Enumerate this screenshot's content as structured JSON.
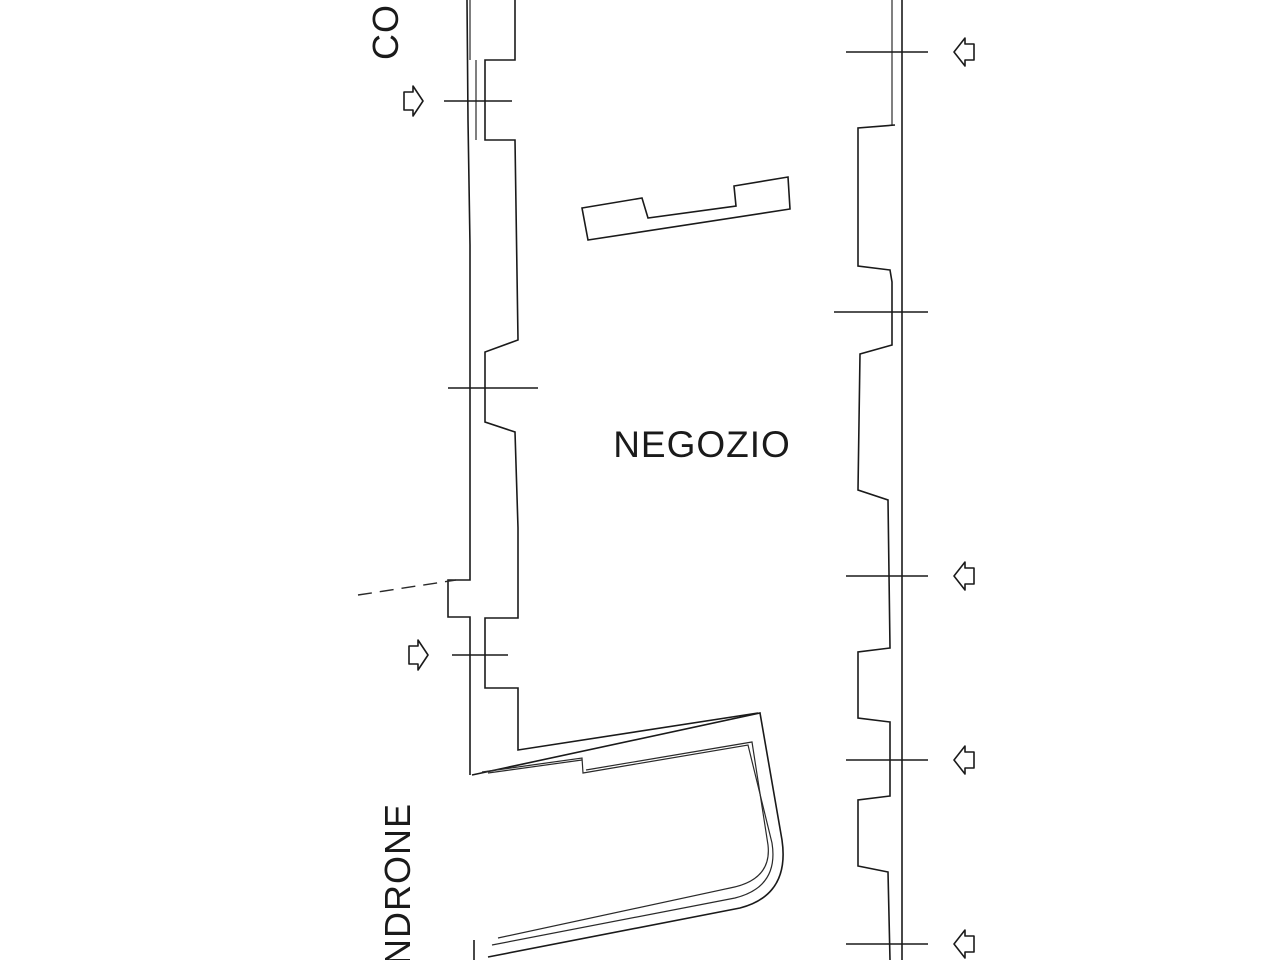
{
  "plan": {
    "room_label": "NEGOZIO",
    "left_label_top": "CO",
    "left_label_bottom": "NDRONE"
  },
  "colors": {
    "line": "#1a1a1a",
    "background": "#ffffff"
  }
}
